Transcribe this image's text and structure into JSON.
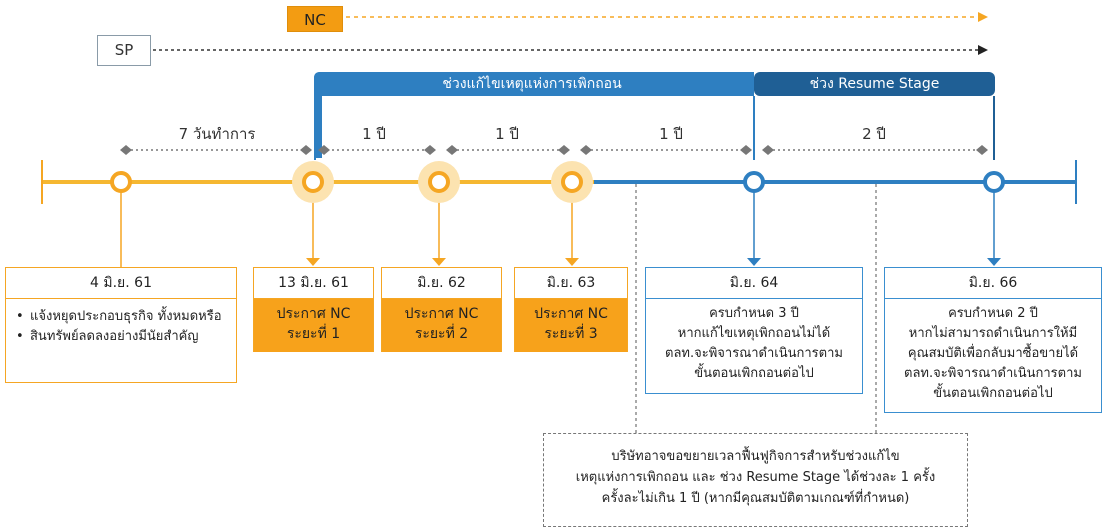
{
  "header": {
    "nc_label": "NC",
    "sp_label": "SP"
  },
  "phases": {
    "repair": "ช่วงแก้ไขเหตุแห่งการเพิกถอน",
    "resume": "ช่วง Resume Stage"
  },
  "durations": {
    "d1": "7 วันทำการ",
    "d2": "1 ปี",
    "d3": "1 ปี",
    "d4": "1 ปี",
    "d5": "2 ปี"
  },
  "events": {
    "e1": {
      "date": "4 มิ.ย. 61",
      "bullets": [
        "แจ้งหยุดประกอบธุรกิจ ทั้งหมดหรือ",
        "สินทรัพย์ลดลงอย่างมีนัยสำคัญ"
      ]
    },
    "e2": {
      "date": "13 มิ.ย. 61",
      "line1": "ประกาศ NC",
      "line2": "ระยะที่ 1"
    },
    "e3": {
      "date": "มิ.ย. 62",
      "line1": "ประกาศ NC",
      "line2": "ระยะที่ 2"
    },
    "e4": {
      "date": "มิ.ย. 63",
      "line1": "ประกาศ NC",
      "line2": "ระยะที่ 3"
    },
    "e5": {
      "date": "มิ.ย. 64",
      "lines": [
        "ครบกำหนด 3 ปี",
        "หากแก้ไขเหตุเพิกถอนไม่ได้",
        "ตลท.จะพิจารณาดำเนินการตาม",
        "ขั้นตอนเพิกถอนต่อไป"
      ]
    },
    "e6": {
      "date": "มิ.ย. 66",
      "lines": [
        "ครบกำหนด 2 ปี",
        "หากไม่สามารถดำเนินการให้มี",
        "คุณสมบัติเพื่อกลับมาซื้อขายได้",
        "ตลท.จะพิจารณาดำเนินการตาม",
        "ขั้นตอนเพิกถอนต่อไป"
      ]
    }
  },
  "note": {
    "l1": "บริษัทอาจขอขยายเวลาฟื้นฟูกิจการสำหรับช่วงแก้ไข",
    "l2": "เหตุแห่งการเพิกถอน และ ช่วง Resume Stage ได้ช่วงละ 1 ครั้ง",
    "l3": "ครั้งละไม่เกิน 1 ปี (หากมีคุณสมบัติตามเกณฑ์ที่กำหนด)"
  },
  "colors": {
    "orange": "#f5a623",
    "light_orange": "#fce3b0",
    "blue": "#2e7fc1",
    "dark_blue": "#1f5f95"
  }
}
